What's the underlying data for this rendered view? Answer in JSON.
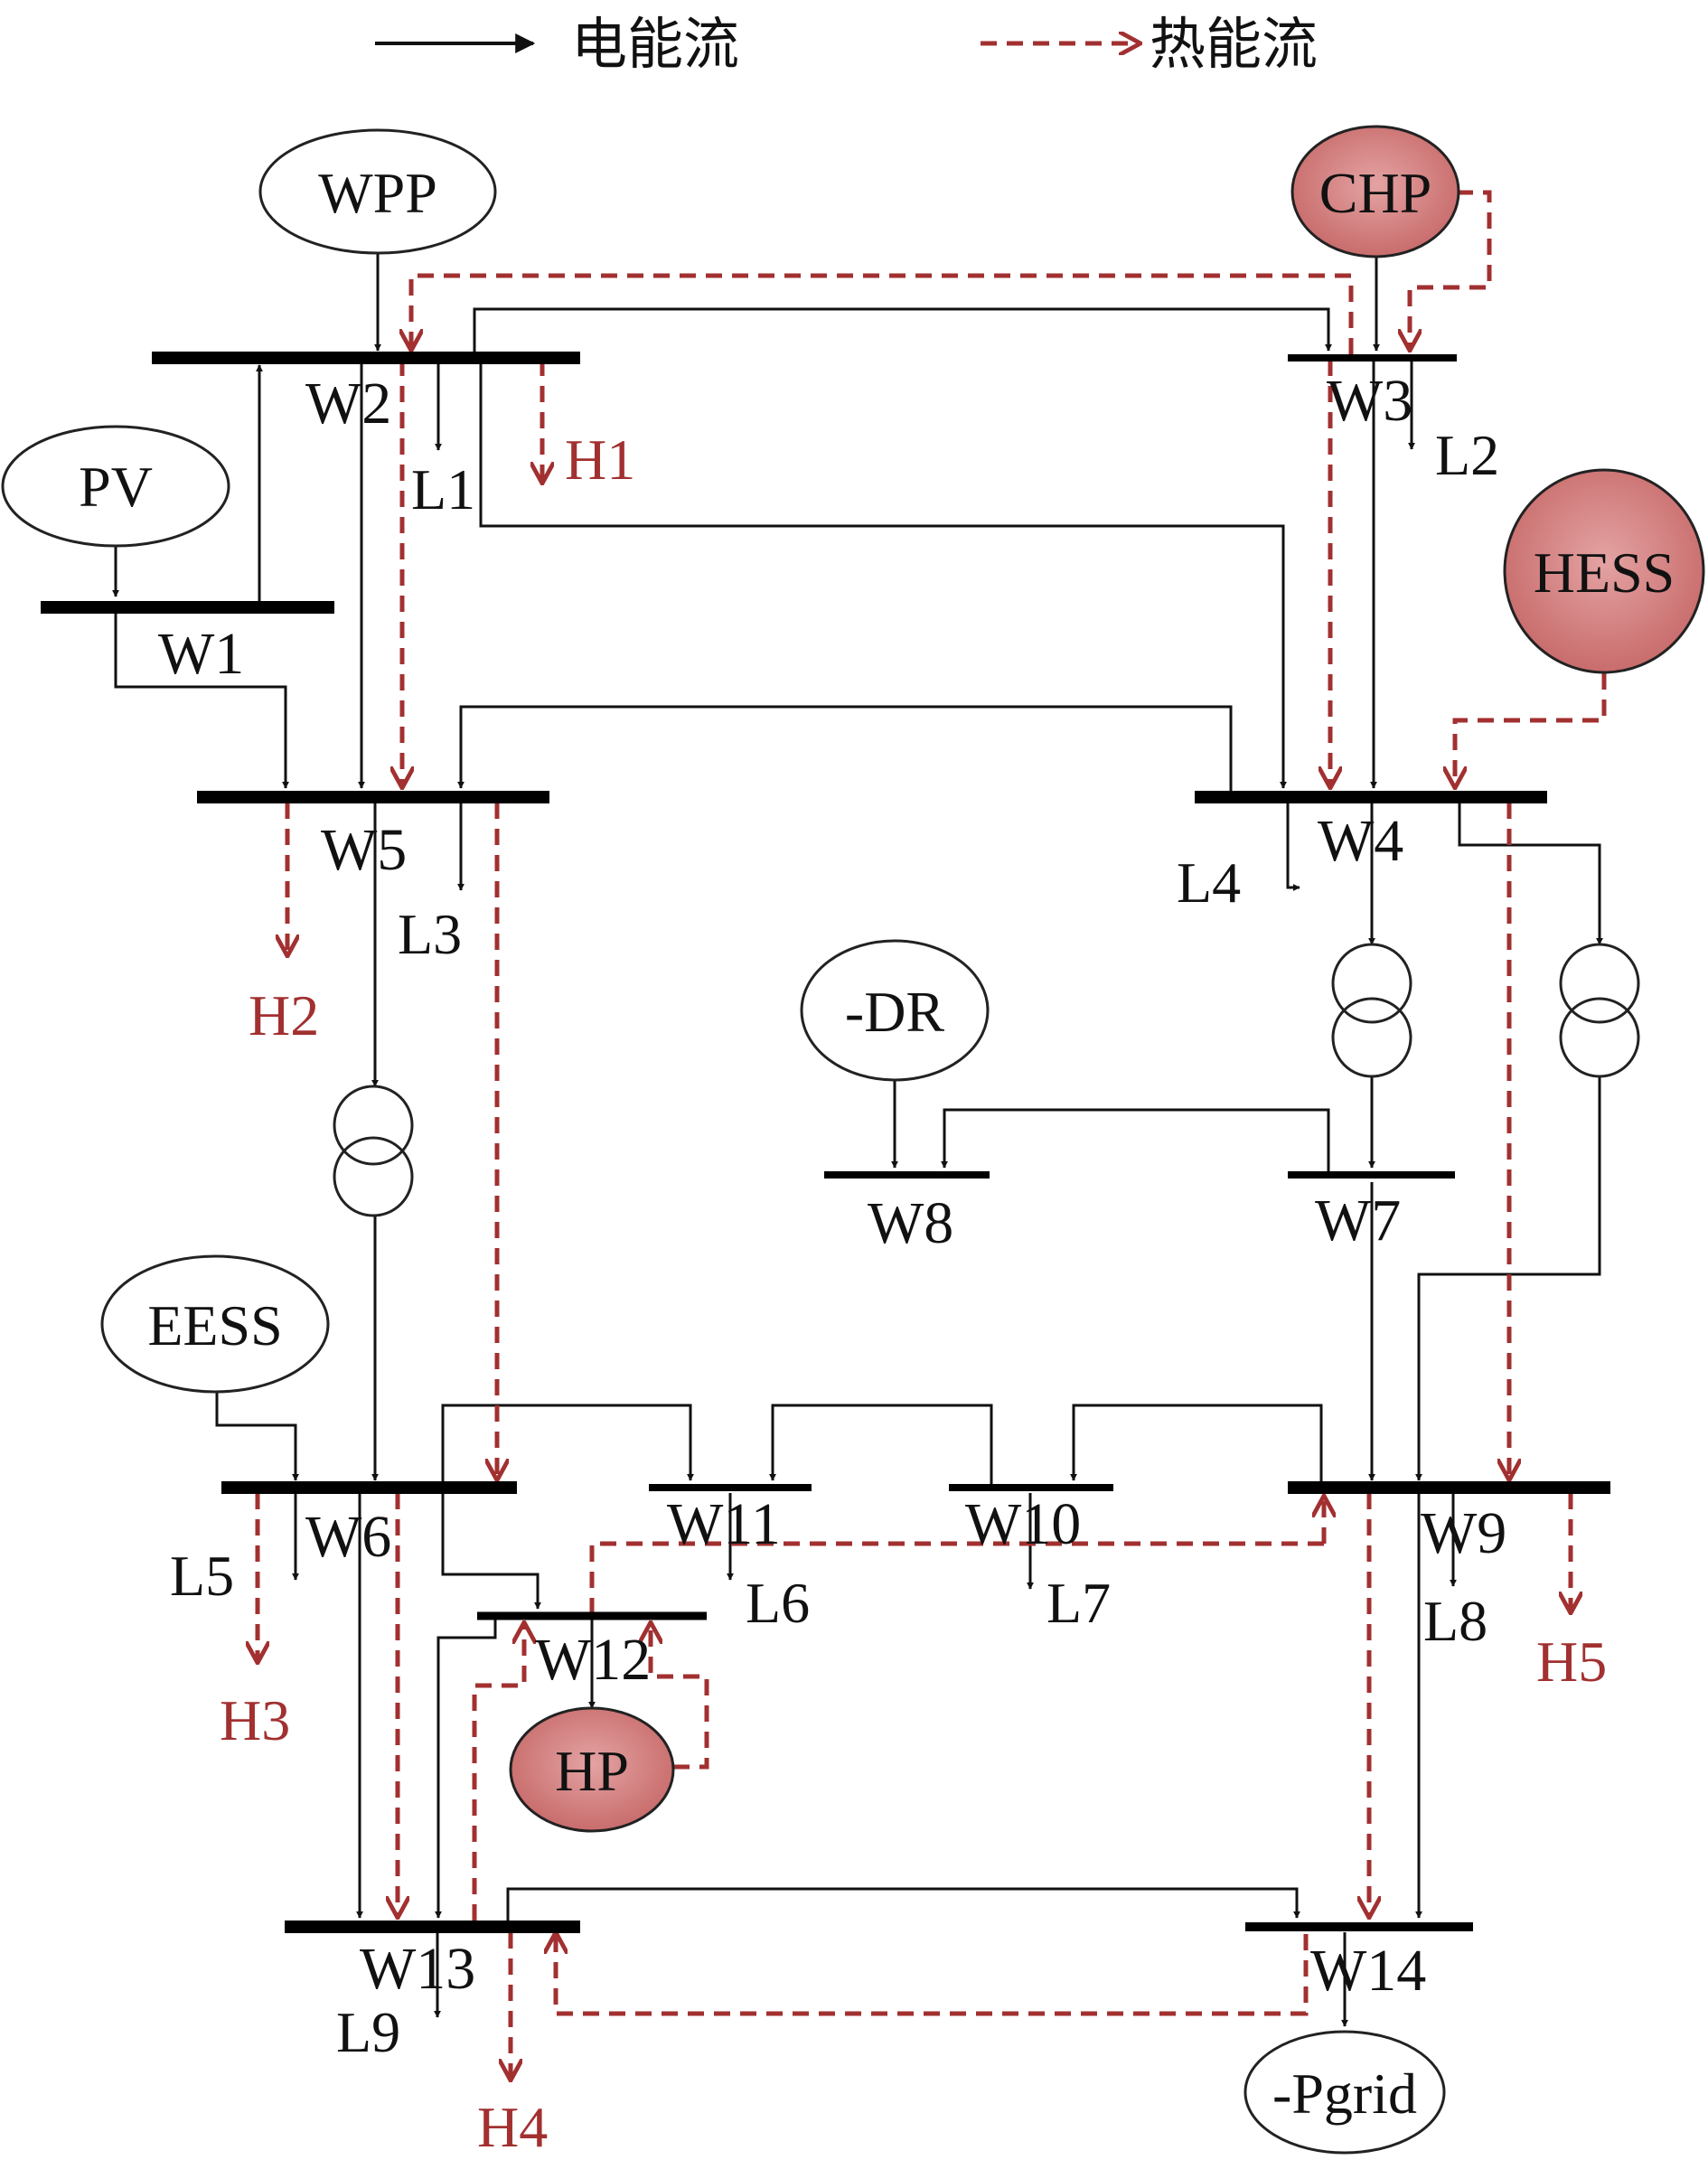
{
  "legend": {
    "electric_label": "电能流",
    "heat_label": "热能流"
  },
  "colors": {
    "heat_flow": "#a23030",
    "red_node_fill": "#cf7d7d",
    "red_node_edge": "#b14b4b",
    "electric_flow": "#111111"
  },
  "nodes": {
    "wpp": "WPP",
    "chp": "CHP",
    "pv": "PV",
    "hess": "HESS",
    "dr": "-DR",
    "eess": "EESS",
    "hp": "HP",
    "pgrid": "-Pgrid"
  },
  "buses": {
    "w1": "W1",
    "w2": "W2",
    "w3": "W3",
    "w4": "W4",
    "w5": "W5",
    "w6": "W6",
    "w7": "W7",
    "w8": "W8",
    "w9": "W9",
    "w10": "W10",
    "w11": "W11",
    "w12": "W12",
    "w13": "W13",
    "w14": "W14"
  },
  "electric_loads": {
    "l1": "L1",
    "l2": "L2",
    "l3": "L3",
    "l4": "L4",
    "l5": "L5",
    "l6": "L6",
    "l7": "L7",
    "l8": "L8",
    "l9": "L9"
  },
  "heat_loads": {
    "h1": "H1",
    "h2": "H2",
    "h3": "H3",
    "h4": "H4",
    "h5": "H5"
  }
}
